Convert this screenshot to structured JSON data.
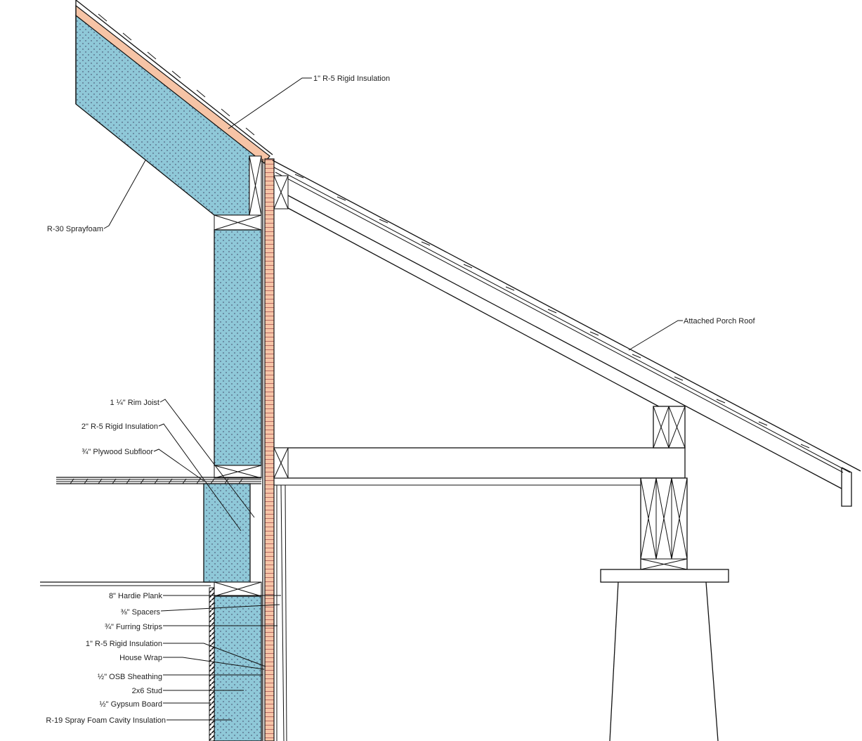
{
  "colors": {
    "foam": "#8fc8d8",
    "rigid": "#f6c4a6",
    "line": "#111111"
  },
  "labels": {
    "roof_rigid": "1\" R-5 Rigid Insulation",
    "r30": "R-30 Sprayfoam",
    "porch_roof": "Attached Porch Roof",
    "rim_joist": "1 ¼\" Rim Joist",
    "rigid_2in": "2\" R-5 Rigid Insulation",
    "subfloor": "¾\" Plywood Subfloor",
    "hardie": "8\" Hardie Plank",
    "spacers": "⅜\" Spacers",
    "furring": "¾\" Furring Strips",
    "wall_rigid": "1\" R-5 Rigid Insulation",
    "house_wrap": "House Wrap",
    "osb": "½\" OSB Sheathing",
    "stud": "2x6 Stud",
    "gypsum": "½\" Gypsum Board",
    "r19": "R-19 Spray Foam Cavity Insulation"
  }
}
